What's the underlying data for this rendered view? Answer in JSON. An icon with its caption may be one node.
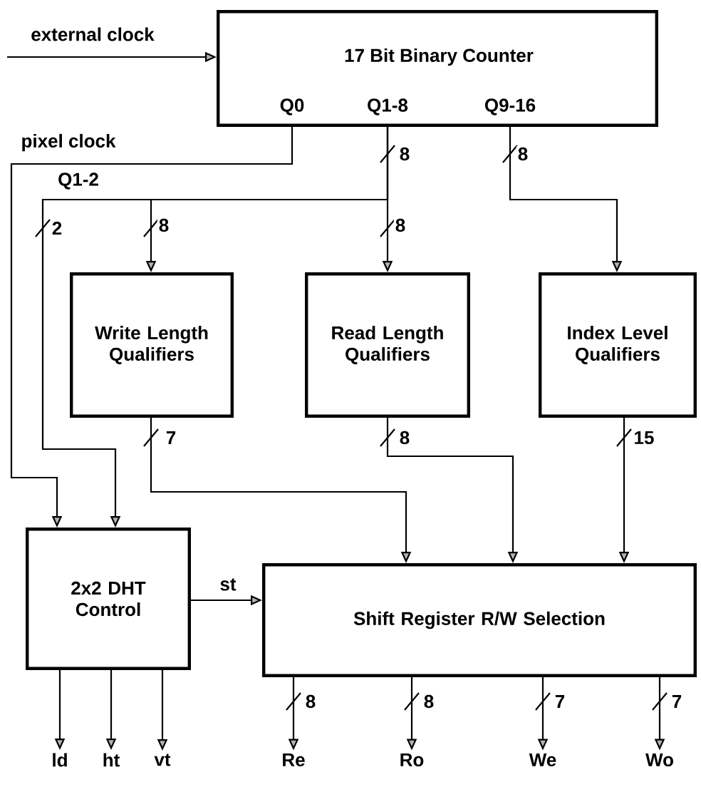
{
  "diagram": {
    "nodes": [
      {
        "text": [
          "17 Bit Binary Counter",
          "Q0",
          "Q1-8",
          "Q9-16"
        ]
      },
      {
        "text": [
          "Write Length Qualifiers"
        ]
      },
      {
        "text": [
          "Read Length Qualifiers"
        ]
      },
      {
        "text": [
          "Index Level Qualifiers"
        ]
      },
      {
        "text": [
          "2x2 DHT Control"
        ]
      },
      {
        "text": [
          "Shift Register R/W Selection"
        ]
      },
      {
        "text": [
          "ld"
        ]
      },
      {
        "text": [
          "ht"
        ]
      },
      {
        "text": [
          "vt"
        ]
      },
      {
        "text": [
          "Re"
        ]
      },
      {
        "text": [
          "Ro"
        ]
      },
      {
        "text": [
          "We"
        ]
      },
      {
        "text": [
          "Wo"
        ]
      }
    ],
    "edges": [
      {
        "from": null,
        "to": 0,
        "arrow": "to",
        "label": "external clock"
      },
      {
        "from": 0,
        "to": 4,
        "arrow": "to",
        "label": "pixel clock"
      },
      {
        "from": 0,
        "to": 1,
        "arrow": "to",
        "label": "8"
      },
      {
        "from": 0,
        "to": 2,
        "arrow": "to",
        "label": "8"
      },
      {
        "from": 0,
        "to": 4,
        "arrow": "to",
        "label": "2"
      },
      {
        "from": 0,
        "to": 3,
        "arrow": "to",
        "label": "8"
      },
      {
        "from": 1,
        "to": 5,
        "arrow": "to",
        "label": "7"
      },
      {
        "from": 2,
        "to": 5,
        "arrow": "to",
        "label": "8"
      },
      {
        "from": 3,
        "to": 5,
        "arrow": "to",
        "label": "15"
      },
      {
        "from": 4,
        "to": 5,
        "arrow": "to",
        "label": "st"
      },
      {
        "from": 4,
        "to": 6,
        "arrow": "to"
      },
      {
        "from": 4,
        "to": 7,
        "arrow": "to"
      },
      {
        "from": 4,
        "to": 8,
        "arrow": "to"
      },
      {
        "from": 5,
        "to": 9,
        "arrow": "to",
        "label": "8"
      },
      {
        "from": 5,
        "to": 10,
        "arrow": "to",
        "label": "8"
      },
      {
        "from": 5,
        "to": 11,
        "arrow": "to",
        "label": "7"
      },
      {
        "from": 5,
        "to": 12,
        "arrow": "to",
        "label": "7"
      }
    ],
    "labels": [
      "8",
      "Q1-2"
    ]
  }
}
